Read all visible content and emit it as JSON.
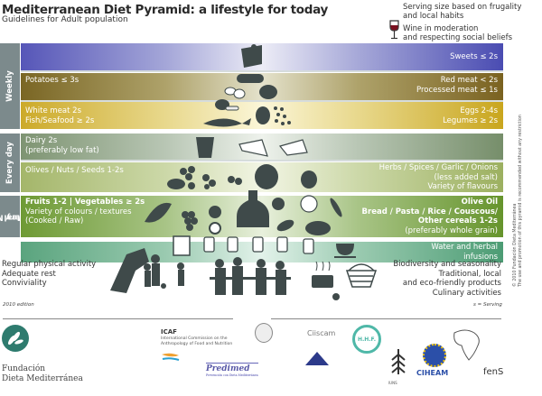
{
  "header": {
    "title": "Mediterranean Diet Pyramid: a lifestyle for today",
    "subtitle": "Guidelines for Adult population"
  },
  "notes": {
    "serving_line1": "Serving size based on frugality",
    "serving_line2": "and local habits",
    "wine_line1": "Wine in moderation",
    "wine_line2": "and respecting social beliefs"
  },
  "side_labels": {
    "weekly": "Weekly",
    "every_day": "Every day",
    "every_main_meal_1": "Every Main",
    "every_main_meal_2": "Meal"
  },
  "bands": {
    "sweets": {
      "right": "Sweets ≤ 2s",
      "color": "#4a4cb2"
    },
    "meat": {
      "left": "Potatoes ≤ 3s",
      "right1": "Red meat < 2s",
      "right2": "Processed meat ≤ 1s",
      "color": "#7a6220"
    },
    "white": {
      "left1": "White meat 2s",
      "left2": "Fish/Seafood ≥ 2s",
      "right1": "Eggs 2-4s",
      "right2": "Legumes ≥ 2s",
      "color": "#c9a61e"
    },
    "dairy": {
      "left1": "Dairy 2s",
      "left2": "(preferably low fat)",
      "color": "#768e6a"
    },
    "olives": {
      "left": "Olives / Nuts / Seeds  1-2s",
      "right1": "Herbs / Spices / Garlic / Onions",
      "right2": "(less added salt)",
      "right3": "Variety of flavours",
      "color": "#9cb060"
    },
    "meal": {
      "left1": "Fruits 1-2 | Vegetables ≥ 2s",
      "left2": "Variety of colours / textures",
      "left3": "(Cooked / Raw)",
      "right1": "Olive Oil",
      "right2": "Bread / Pasta / Rice / Couscous/",
      "right3": "Other cereals 1-2s",
      "right4": "(preferably whole grain)",
      "color": "#66942c"
    },
    "water": {
      "right1": "Water and herbal",
      "right2": "infusions",
      "color": "#4c9c74"
    }
  },
  "lifestyle": {
    "left": [
      "Regular physical activity",
      "Adequate rest",
      "Conviviality"
    ],
    "right": [
      "Biodiversity and seasonality",
      "Traditional, local",
      "and eco-friendly products",
      "Culinary activities"
    ]
  },
  "footer": {
    "edition": "2010 edition",
    "serving_legend": "s = Serving",
    "copyright1": "© 2010 Fundación Dieta Mediterránea",
    "copyright2": "The use and promotion of this pyramid is recommended without any restriction"
  },
  "logos": {
    "fundacion_line1": "Fundación",
    "fundacion_line2": "Dieta Mediterránea",
    "icaf_title": "ICAF",
    "icaf_desc1": "International Commission on the",
    "icaf_desc2": "Anthropology of Food and Nutrition",
    "predimed": "Predimed",
    "predimed_sub": "Prevención con Dieta Mediterránea",
    "ciiscam": "Ciiscam",
    "hhf": "H.H.F.",
    "iuns": "IUNS",
    "ciheam": "CIHEAM",
    "fens": "fenS"
  }
}
